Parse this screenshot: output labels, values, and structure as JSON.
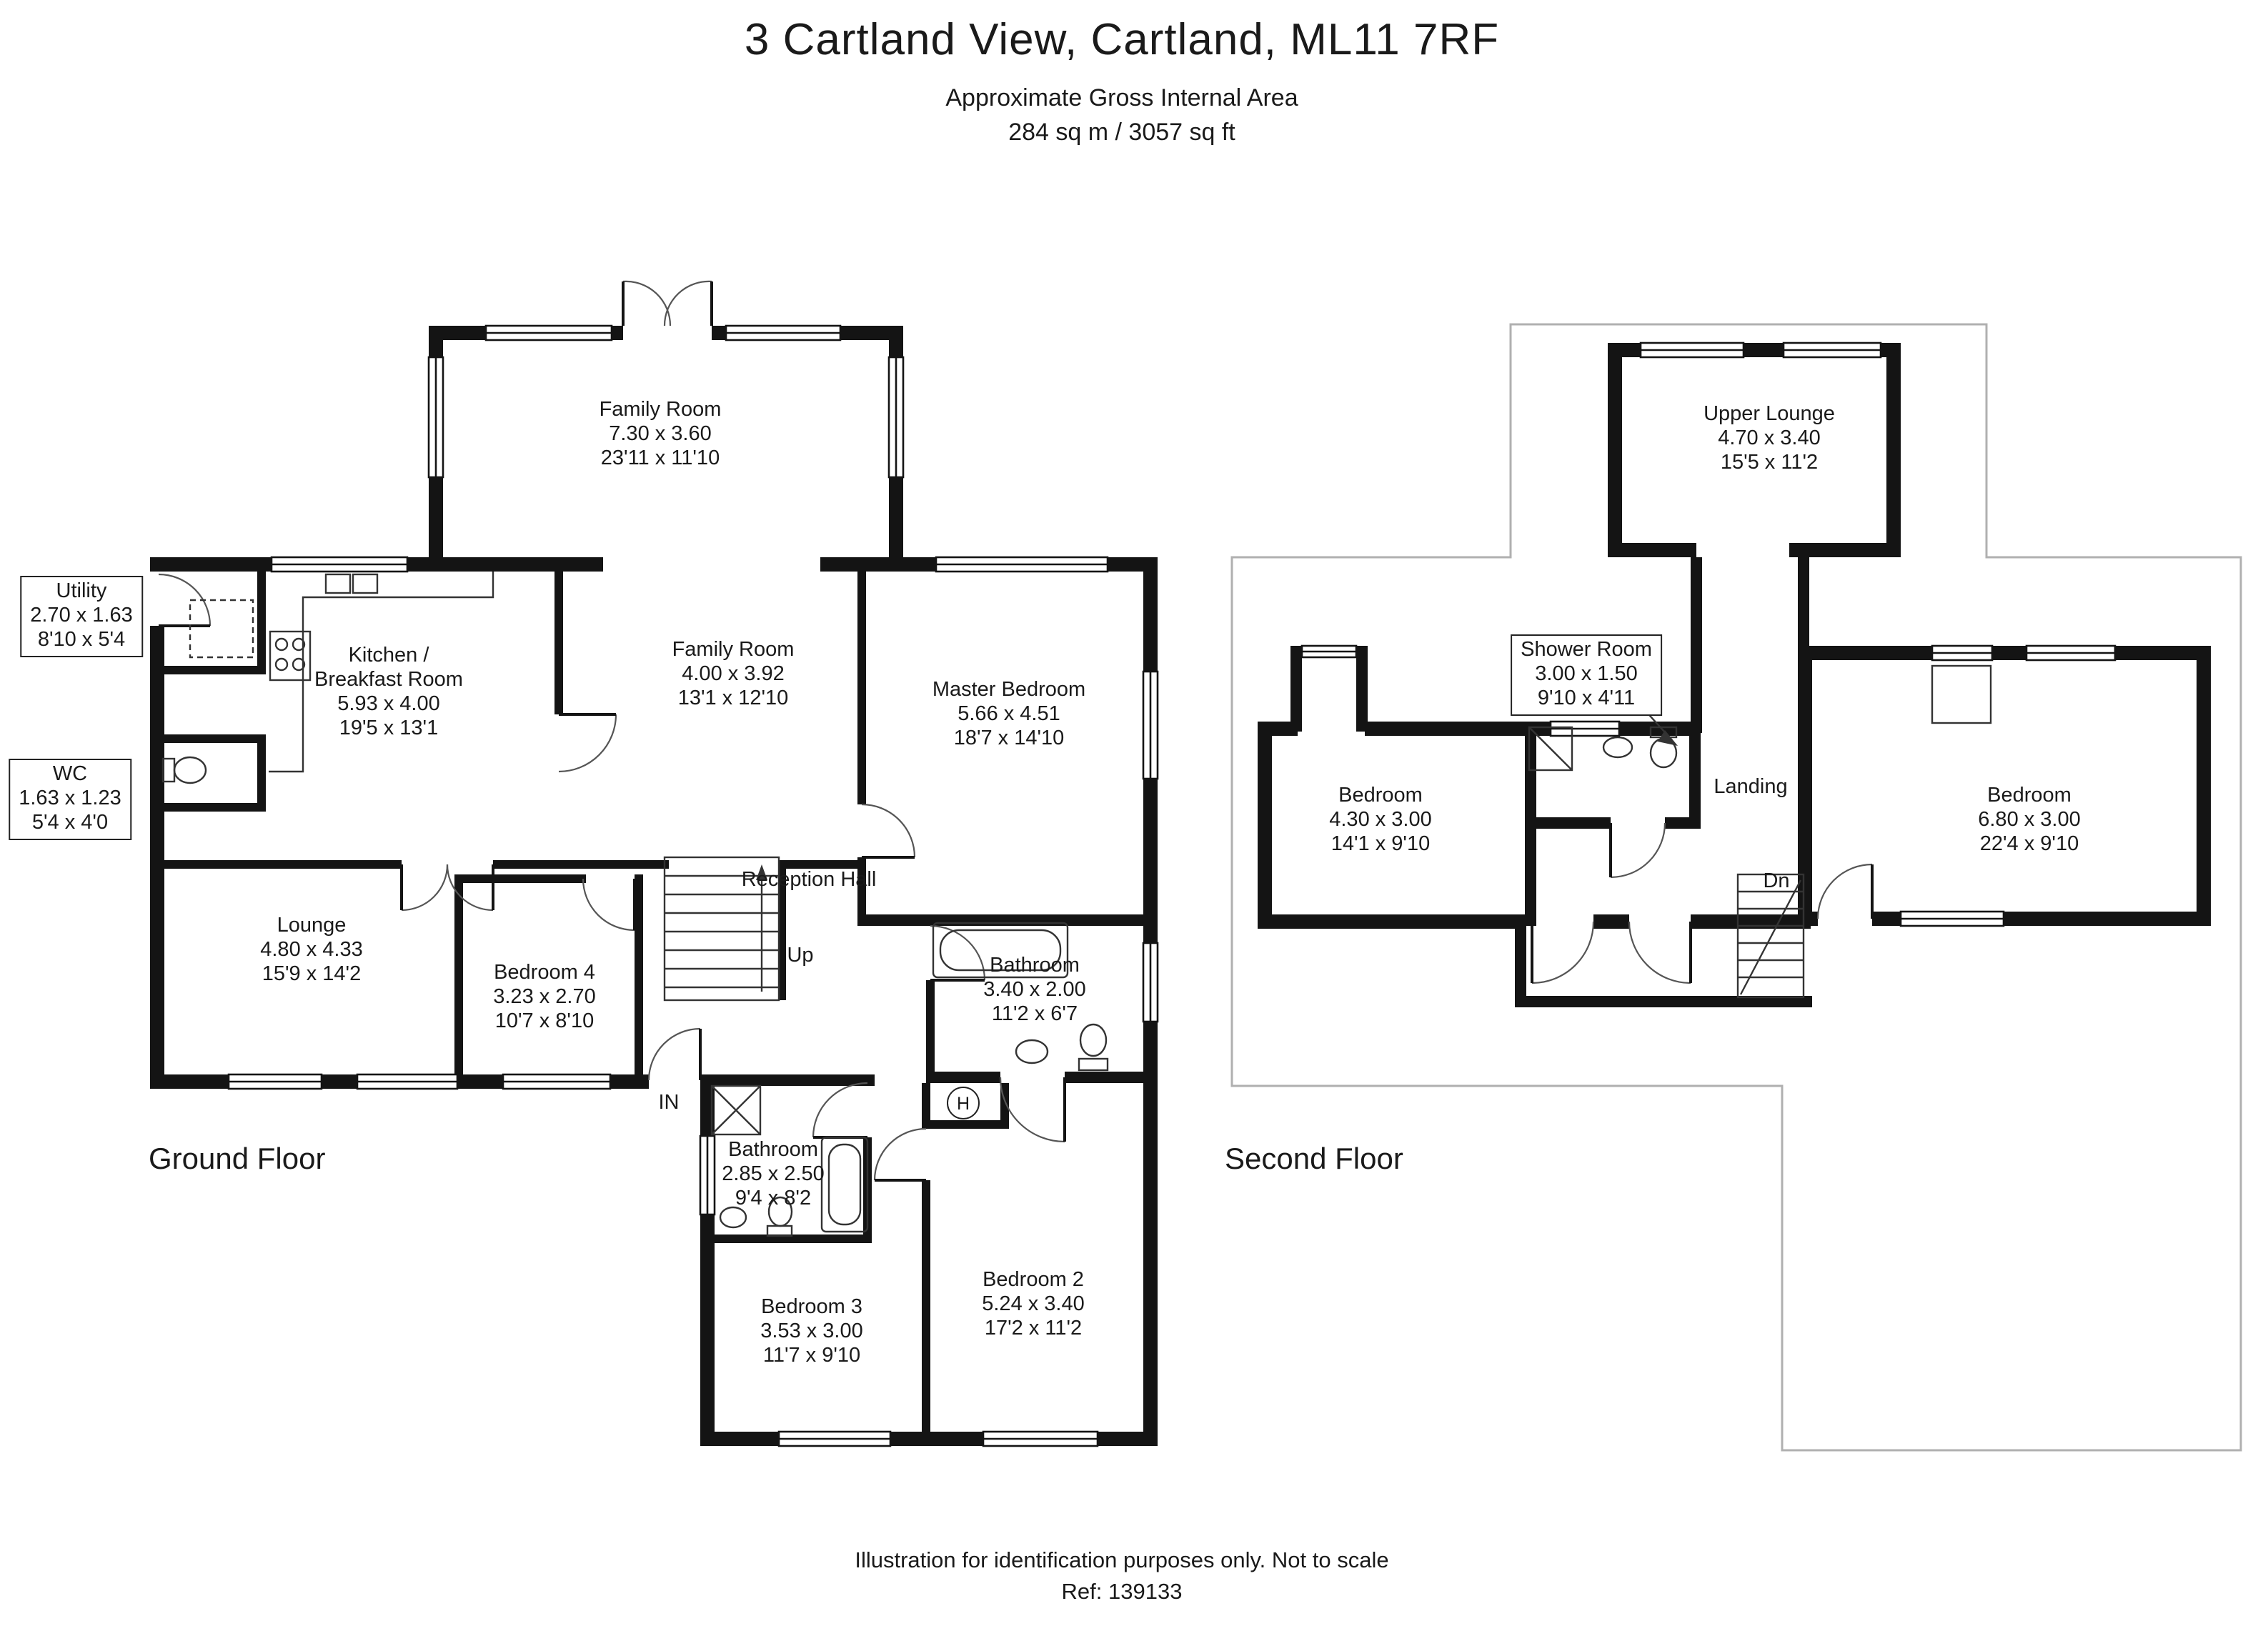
{
  "header": {
    "title": "3 Cartland View, Cartland, ML11 7RF",
    "subtitle": "Approximate Gross Internal Area",
    "area": "284 sq m / 3057 sq ft"
  },
  "floors": {
    "ground": "Ground Floor",
    "second": "Second Floor"
  },
  "rooms": {
    "family_room_top": {
      "name": "Family Room",
      "metric": "7.30 x 3.60",
      "imperial": "23'11 x 11'10"
    },
    "utility": {
      "name": "Utility",
      "metric": "2.70 x 1.63",
      "imperial": "8'10 x 5'4"
    },
    "kitchen": {
      "name1": "Kitchen /",
      "name2": "Breakfast Room",
      "metric": "5.93 x 4.00",
      "imperial": "19'5 x 13'1"
    },
    "family_room": {
      "name": "Family Room",
      "metric": "4.00 x 3.92",
      "imperial": "13'1 x 12'10"
    },
    "master_bedroom": {
      "name": "Master Bedroom",
      "metric": "5.66 x 4.51",
      "imperial": "18'7 x 14'10"
    },
    "wc": {
      "name": "WC",
      "metric": "1.63 x 1.23",
      "imperial": "5'4 x 4'0"
    },
    "reception_hall": {
      "name": "Reception Hall"
    },
    "lounge": {
      "name": "Lounge",
      "metric": "4.80 x 4.33",
      "imperial": "15'9 x 14'2"
    },
    "bedroom4": {
      "name": "Bedroom 4",
      "metric": "3.23 x 2.70",
      "imperial": "10'7 x 8'10"
    },
    "bathroom1": {
      "name": "Bathroom",
      "metric": "3.40 x 2.00",
      "imperial": "11'2 x 6'7"
    },
    "bathroom2": {
      "name": "Bathroom",
      "metric": "2.85 x 2.50",
      "imperial": "9'4 x 8'2"
    },
    "bedroom3": {
      "name": "Bedroom 3",
      "metric": "3.53 x 3.00",
      "imperial": "11'7 x 9'10"
    },
    "bedroom2": {
      "name": "Bedroom 2",
      "metric": "5.24 x 3.40",
      "imperial": "17'2 x 11'2"
    },
    "upper_lounge": {
      "name": "Upper Lounge",
      "metric": "4.70 x 3.40",
      "imperial": "15'5 x 11'2"
    },
    "shower_room": {
      "name": "Shower Room",
      "metric": "3.00 x 1.50",
      "imperial": "9'10 x 4'11"
    },
    "bedroom_left": {
      "name": "Bedroom",
      "metric": "4.30 x 3.00",
      "imperial": "14'1 x 9'10"
    },
    "landing": {
      "name": "Landing"
    },
    "bedroom_right": {
      "name": "Bedroom",
      "metric": "6.80 x 3.00",
      "imperial": "22'4 x 9'10"
    }
  },
  "annotations": {
    "up": "Up",
    "down": "Dn",
    "entry": "IN",
    "h": "H"
  },
  "footer": {
    "disclaimer": "Illustration for identification purposes only. Not to scale",
    "ref": "Ref: 139133"
  },
  "colors": {
    "wall": "#141414",
    "thin": "#333333",
    "outline": "#b0b0b0"
  }
}
